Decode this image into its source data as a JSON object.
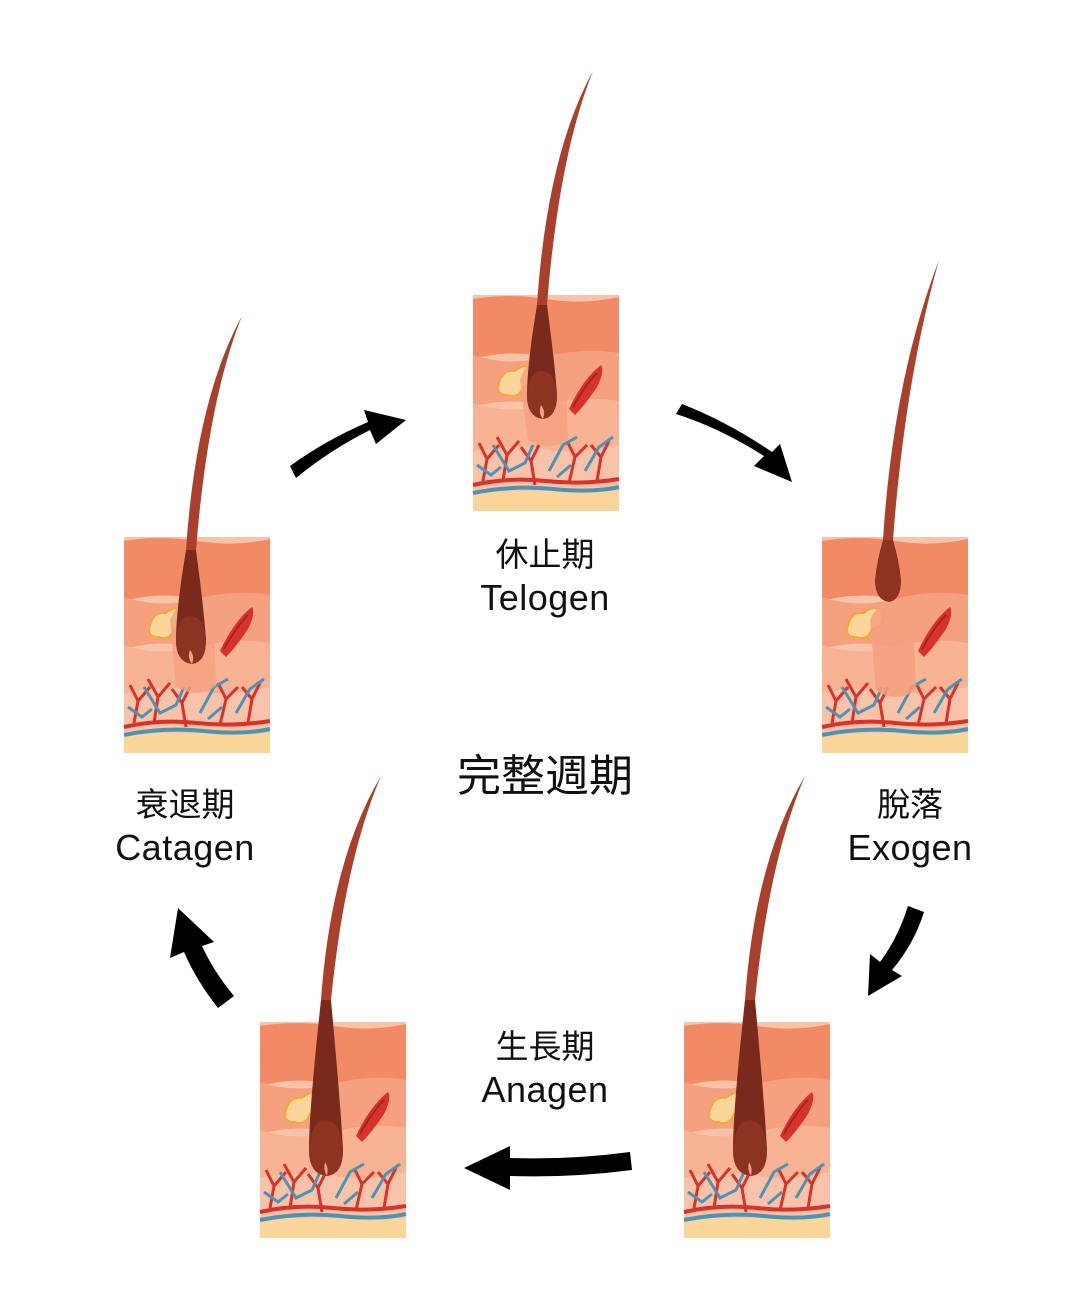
{
  "center_title": "完整週期",
  "stages": {
    "telogen": {
      "zh": "休止期",
      "en": "Telogen"
    },
    "exogen": {
      "zh": "脫落",
      "en": "Exogen"
    },
    "anagen": {
      "zh": "生長期",
      "en": "Anagen"
    },
    "catagen": {
      "zh": "衰退期",
      "en": "Catagen"
    }
  },
  "colors": {
    "skin_top": "#f28a66",
    "skin_mid": "#f5a07f",
    "skin_light": "#f8c3a8",
    "fat": "#fbd69a",
    "hair": "#a8402c",
    "hair_dark": "#7a2a1c",
    "vessel_red": "#d9322b",
    "vessel_blue": "#4f93b4",
    "arrow": "#000000"
  }
}
